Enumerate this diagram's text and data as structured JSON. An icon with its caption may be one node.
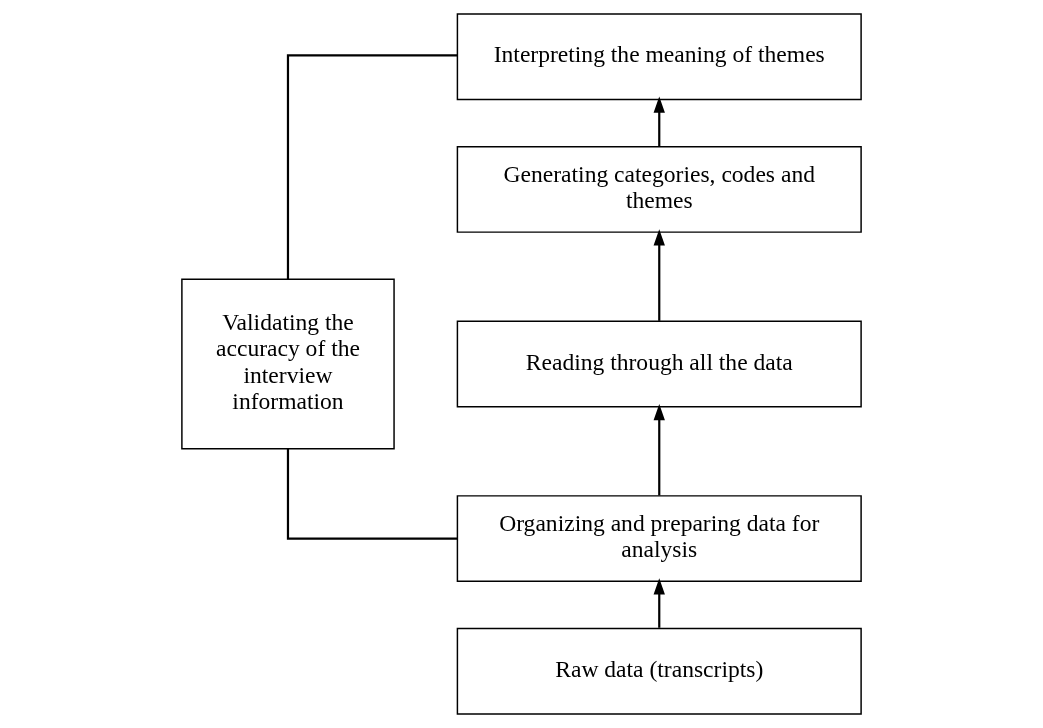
{
  "diagram": {
    "nodes": [
      {
        "text": [
          "Validating the accuracy of the interview information"
        ]
      },
      {
        "text": [
          "Interpreting the meaning of themes"
        ]
      },
      {
        "text": [
          "Generating categories, codes and themes"
        ]
      },
      {
        "text": [
          "Reading through all the data"
        ]
      },
      {
        "text": [
          "Organizing and preparing data for analysis"
        ]
      },
      {
        "text": [
          "Raw data (transcripts)"
        ]
      }
    ],
    "edges": [
      {
        "from": 5,
        "to": 4,
        "arrow": "to"
      },
      {
        "from": 4,
        "to": 3,
        "arrow": "to"
      },
      {
        "from": 3,
        "to": 2,
        "arrow": "to"
      },
      {
        "from": 2,
        "to": 1,
        "arrow": "to"
      },
      {
        "from": 0,
        "to": 1,
        "arrow": "none"
      },
      {
        "from": 0,
        "to": 4,
        "arrow": "none"
      }
    ]
  }
}
